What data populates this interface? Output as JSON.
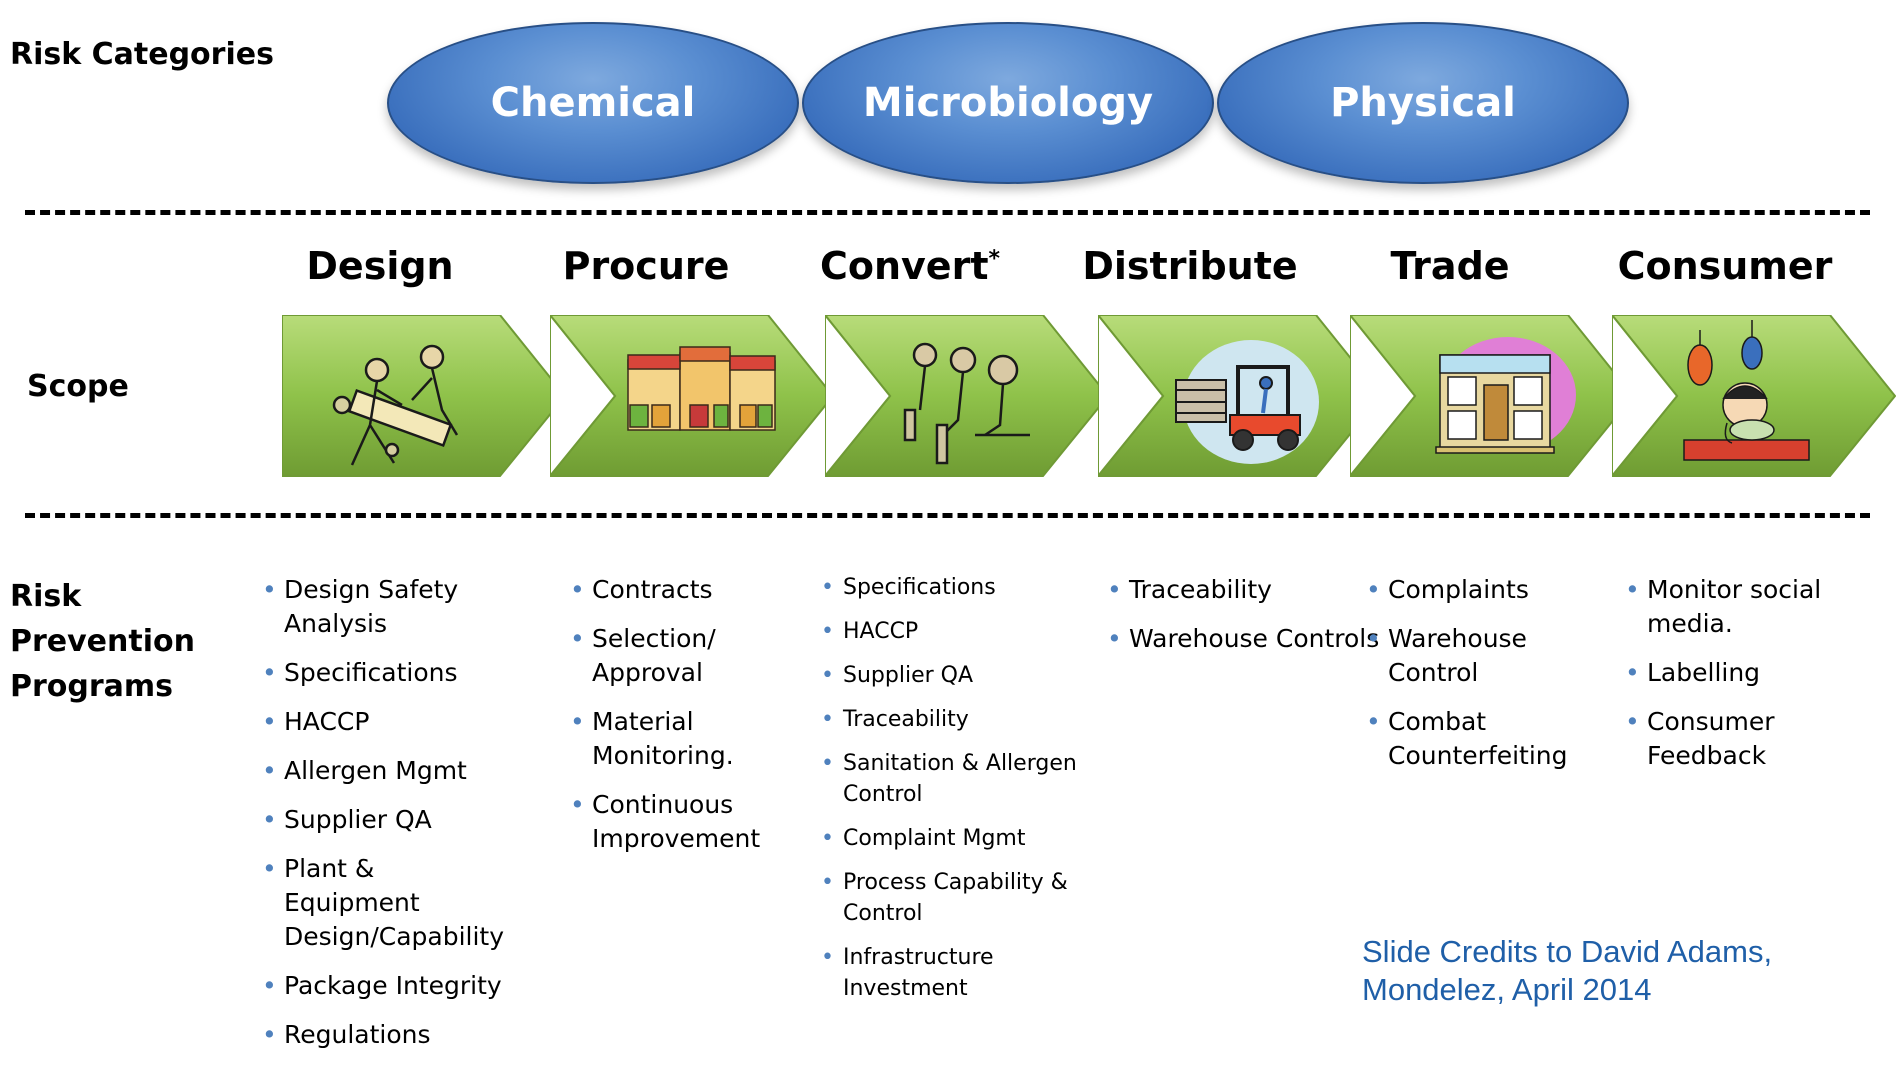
{
  "risk_categories": {
    "label": "Risk Categories",
    "items": [
      "Chemical",
      "Microbiology",
      "Physical"
    ]
  },
  "scope": {
    "label": "Scope",
    "stages": [
      {
        "title": "Design",
        "sup": ""
      },
      {
        "title": "Procure",
        "sup": ""
      },
      {
        "title": "Convert",
        "sup": "*"
      },
      {
        "title": "Distribute",
        "sup": ""
      },
      {
        "title": "Trade",
        "sup": ""
      },
      {
        "title": "Consumer",
        "sup": ""
      }
    ]
  },
  "programs": {
    "label": [
      "Risk",
      "Prevention",
      "Programs"
    ],
    "design": [
      "Design Safety Analysis",
      "Specifications",
      "HACCP",
      "Allergen Mgmt",
      "Supplier QA",
      "Plant & Equipment Design/Capability",
      "Package Integrity",
      "Regulations"
    ],
    "procure": [
      "Contracts",
      "Selection/ Approval",
      "Material Monitoring.",
      "Continuous Improvement"
    ],
    "convert": [
      "Specifications",
      "HACCP",
      "Supplier QA",
      "Traceability",
      "Sanitation & Allergen Control",
      "Complaint Mgmt",
      "Process Capability & Control",
      "Infrastructure Investment"
    ],
    "distribute": [
      "Traceability",
      "Warehouse Controls"
    ],
    "trade": [
      "Complaints",
      "Warehouse Control",
      "Combat Counterfeiting"
    ],
    "consumer": [
      "Monitor social media.",
      "Labelling",
      "Consumer Feedback"
    ]
  },
  "credits": {
    "line1": "Slide Credits to David Adams,",
    "line2": "Mondelez, April 2014"
  },
  "colors": {
    "category_blue": "#3a6fbd",
    "chevron_green": "#8fc24a",
    "bullet_blue": "#4f81bd",
    "credit_blue": "#1f5fa8"
  }
}
